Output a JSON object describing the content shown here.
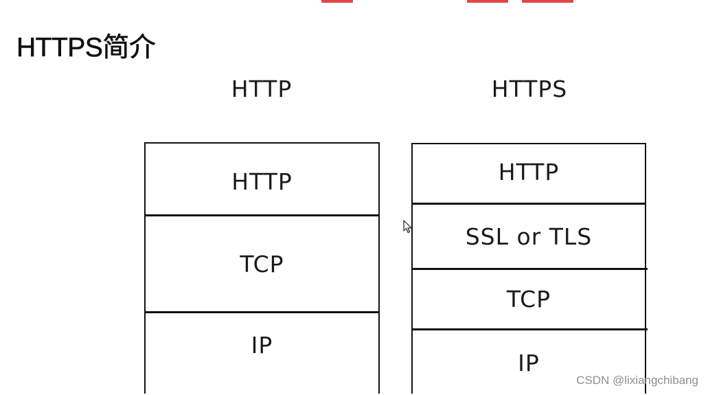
{
  "page": {
    "title": "HTTPS简介"
  },
  "diagram": {
    "columns": [
      {
        "heading": "HTTP",
        "layers": [
          "HTTP",
          "TCP",
          "IP"
        ]
      },
      {
        "heading": "HTTPS",
        "layers": [
          "HTTP",
          "SSL or TLS",
          "TCP",
          "IP"
        ]
      }
    ]
  },
  "watermark": "CSDN @lixiangchibang",
  "colors": {
    "text": "#111111",
    "accent_red": "#e04848",
    "watermark": "#8f8f8f",
    "background": "#ffffff"
  },
  "icons": {
    "cursor": "mouse-pointer-icon"
  }
}
